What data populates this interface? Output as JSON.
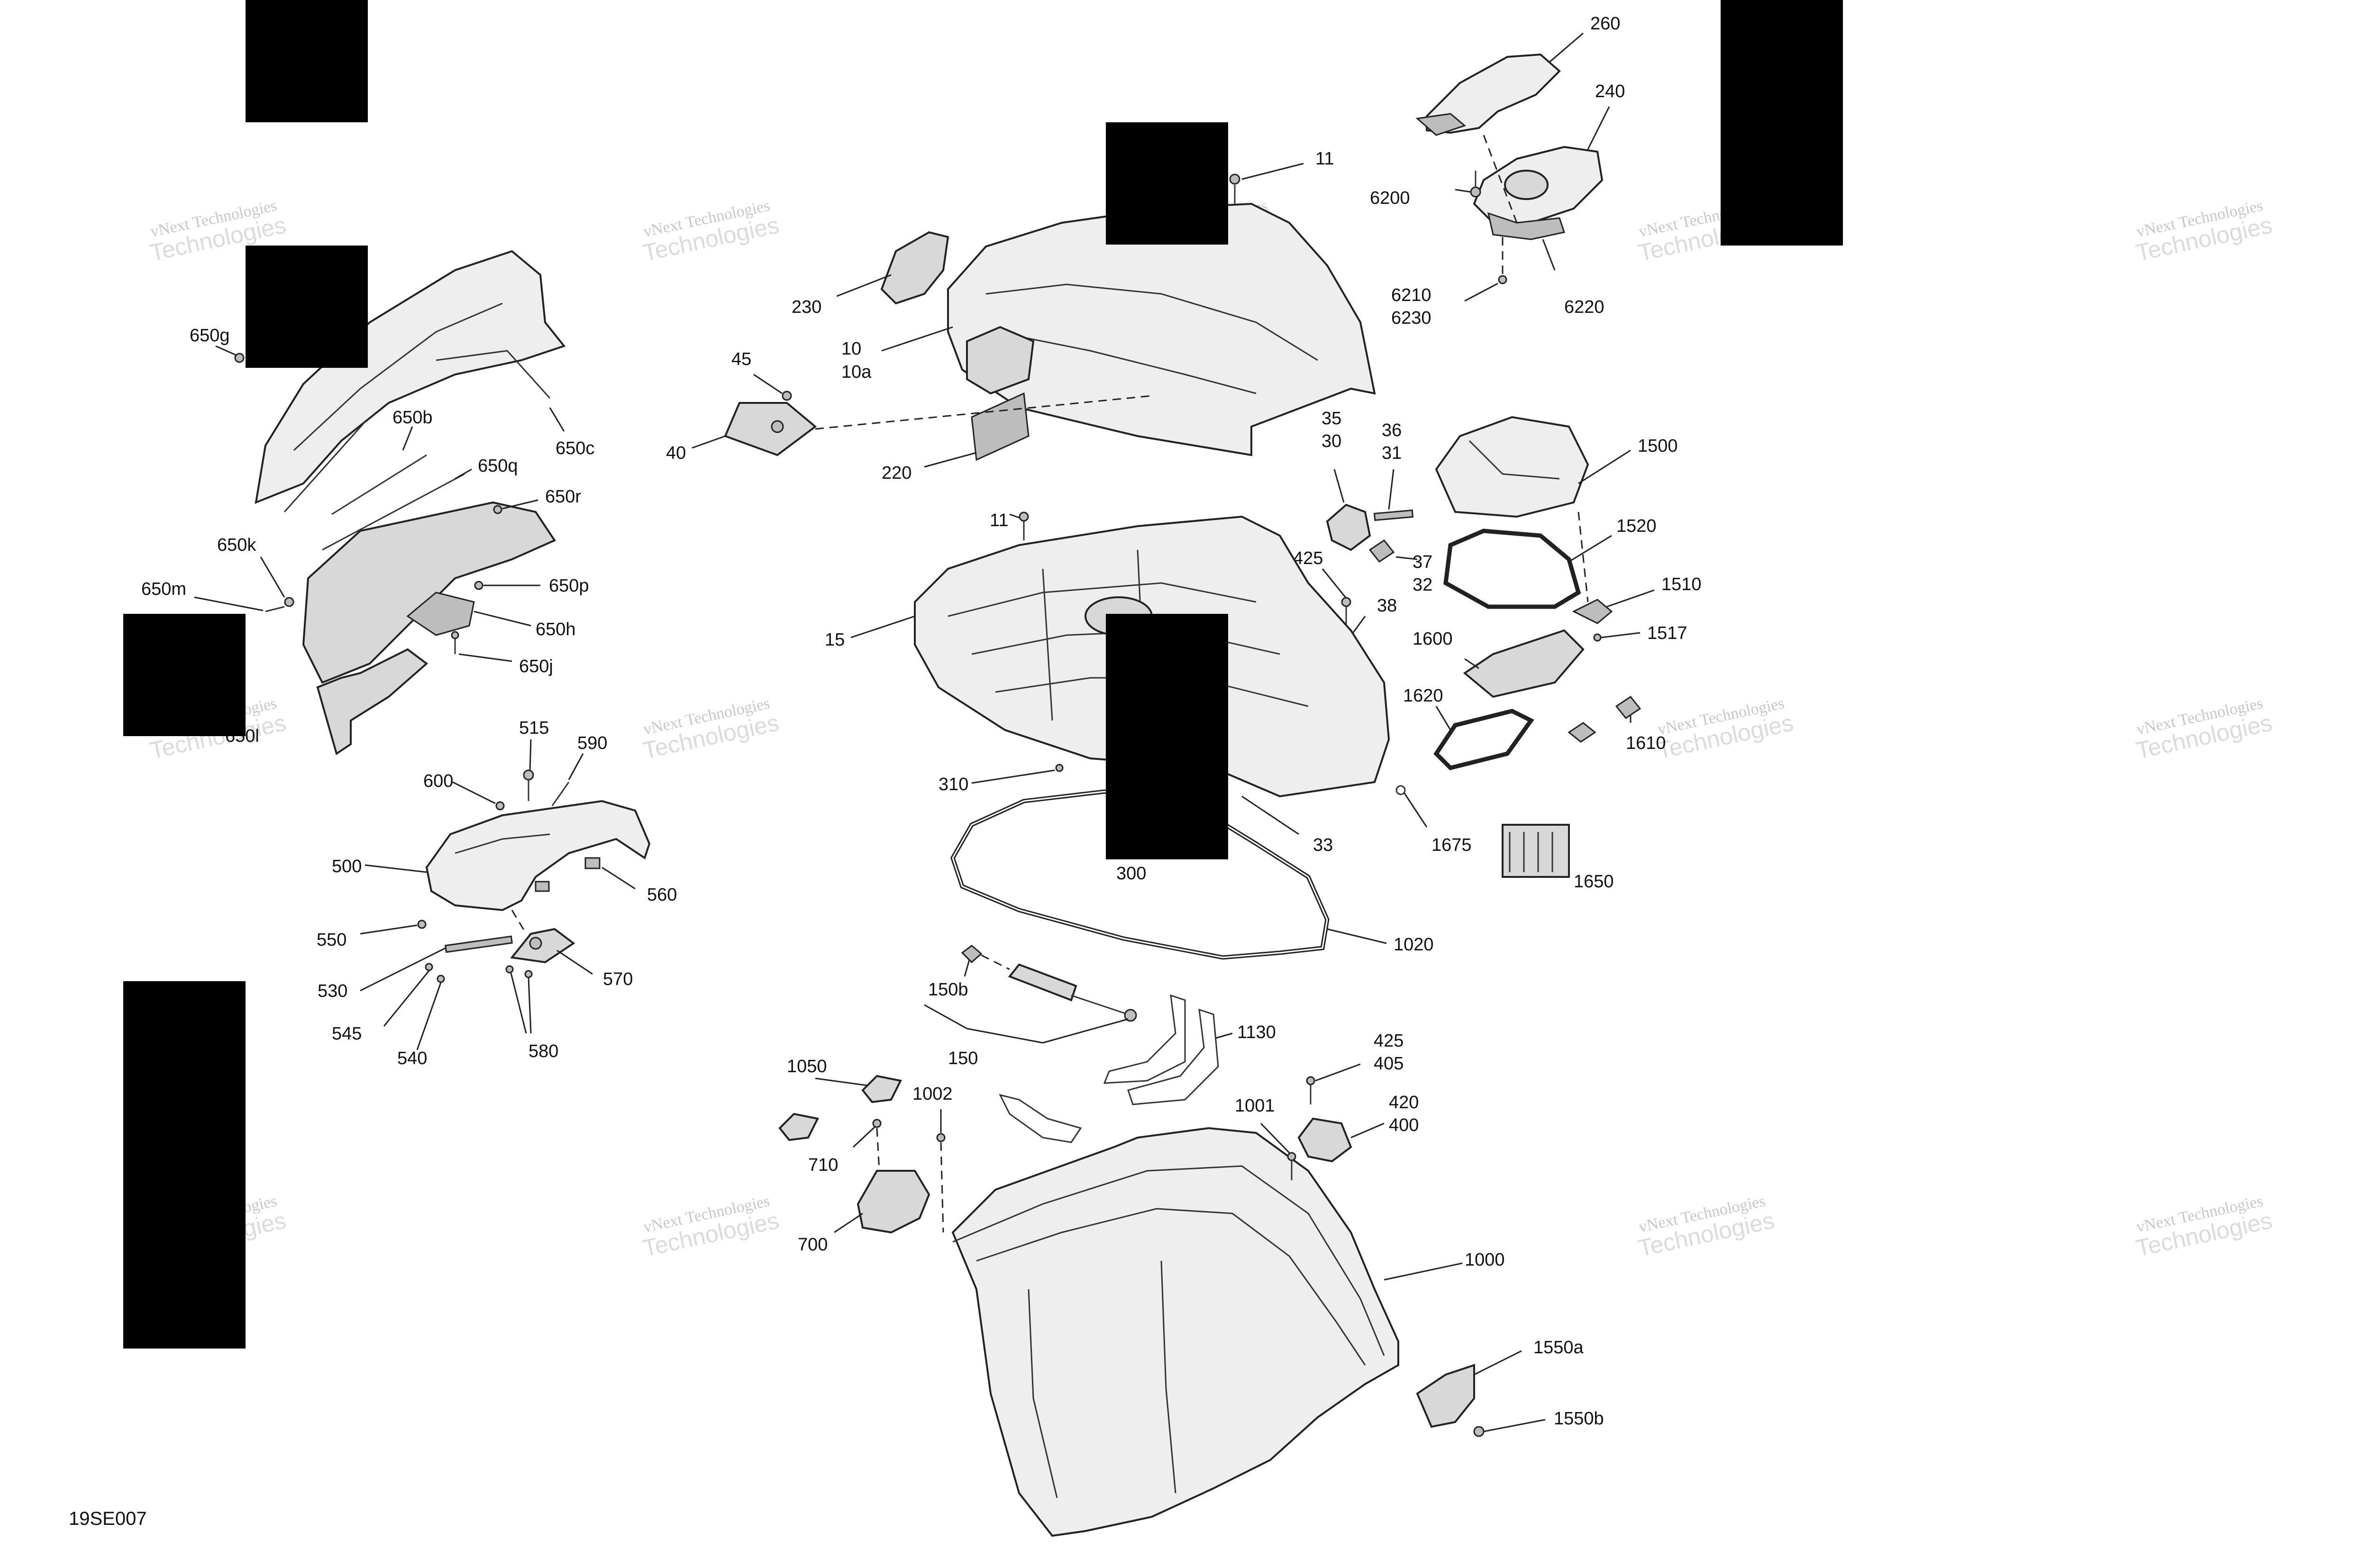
{
  "drawing_code": "19SE007",
  "watermark": {
    "line1": "vNext Technologies",
    "line2": "Technologies"
  },
  "callouts": {
    "c11_top": "11",
    "c260": "260",
    "c240": "240",
    "c6200": "6200",
    "c6210": "6210",
    "c6230": "6230",
    "c6220": "6220",
    "c230": "230",
    "c10": "10",
    "c10a": "10a",
    "c45": "45",
    "c40": "40",
    "c220": "220",
    "c35": "35",
    "c30": "30",
    "c36": "36",
    "c31": "31",
    "c1500": "1500",
    "c1520": "1520",
    "c1510": "1510",
    "c1517": "1517",
    "c1600": "1600",
    "c1620": "1620",
    "c1610": "1610",
    "c1675": "1675",
    "c1650": "1650",
    "c11_mid": "11",
    "c425_mid": "425",
    "c37": "37",
    "c32": "32",
    "c38": "38",
    "c15": "15",
    "c310": "310",
    "c33": "33",
    "c300": "300",
    "c1020": "1020",
    "c650g": "650g",
    "c650b": "650b",
    "c650c": "650c",
    "c650q": "650q",
    "c650r": "650r",
    "c650k": "650k",
    "c650m": "650m",
    "c650p": "650p",
    "c650h": "650h",
    "c650j": "650j",
    "c650l": "650l",
    "c515": "515",
    "c590": "590",
    "c600": "600",
    "c500": "500",
    "c560": "560",
    "c550": "550",
    "c530": "530",
    "c545": "545",
    "c540": "540",
    "c570": "570",
    "c580": "580",
    "c150b": "150b",
    "c150": "150",
    "c1130": "1130",
    "c425_low": "425",
    "c405": "405",
    "c420": "420",
    "c400": "400",
    "c1050": "1050",
    "c1002": "1002",
    "c1001": "1001",
    "c710": "710",
    "c700": "700",
    "c1000": "1000",
    "c1550a": "1550a",
    "c1550b": "1550b"
  }
}
